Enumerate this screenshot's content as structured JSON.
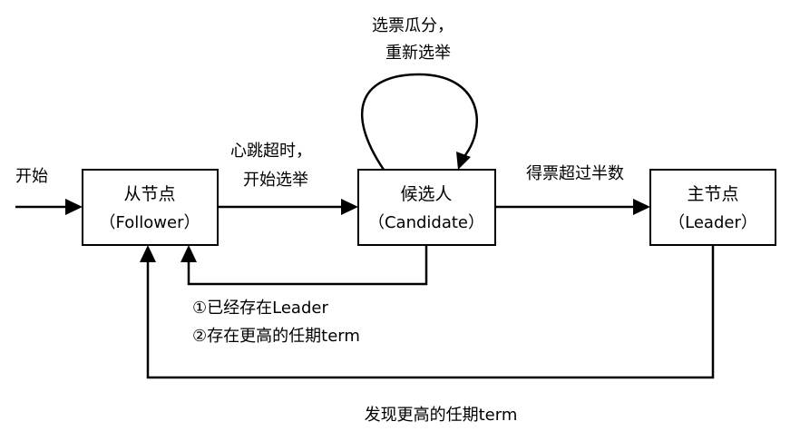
{
  "states": {
    "follower": {
      "title": "从节点",
      "subtitle": "（Follower）"
    },
    "candidate": {
      "title": "候选人",
      "subtitle": "（Candidate）"
    },
    "leader": {
      "title": "主节点",
      "subtitle": "（Leader）"
    }
  },
  "transitions": {
    "start": "开始",
    "timeout": [
      "心跳超时，",
      "开始选举"
    ],
    "split_vote": [
      "选票瓜分，",
      "重新选举"
    ],
    "majority": "得票超过半数",
    "step_down_candidate": [
      "①已经存在Leader",
      "②存在更高的任期term"
    ],
    "step_down_leader": "发现更高的任期term"
  }
}
